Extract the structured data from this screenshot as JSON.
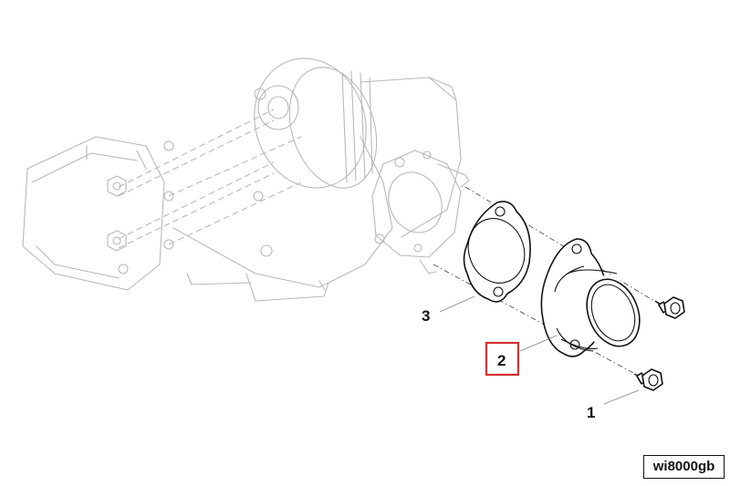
{
  "callouts": [
    {
      "id": "1",
      "label": "1",
      "part": "bolt"
    },
    {
      "id": "2",
      "label": "2",
      "part": "water-outlet-pipe",
      "highlighted": true
    },
    {
      "id": "3",
      "label": "3",
      "part": "gasket"
    }
  ],
  "reference_code": "wi8000gb",
  "colors": {
    "highlight": "#d32f2f",
    "part_line": "#111111",
    "ghost_line": "#b8b8b8"
  }
}
